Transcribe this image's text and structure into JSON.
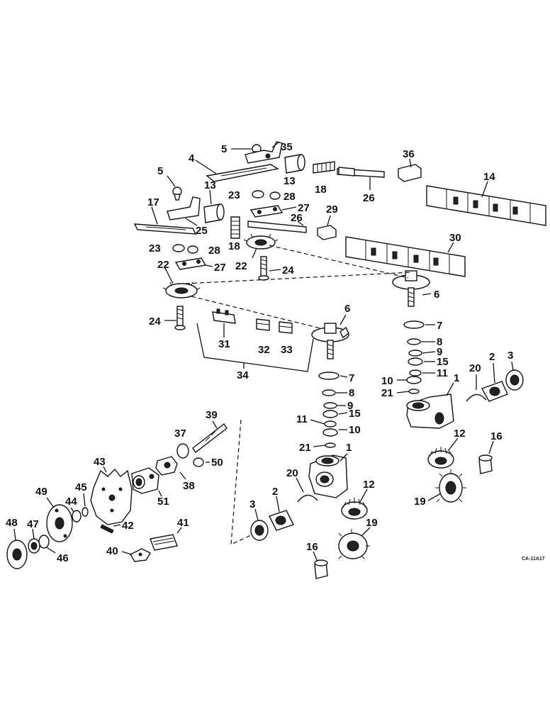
{
  "figure_code": "CA-11A17",
  "callouts": [
    {
      "id": "lbl-5a",
      "text": "5"
    },
    {
      "id": "lbl-35",
      "text": "35"
    },
    {
      "id": "lbl-4",
      "text": "4"
    },
    {
      "id": "lbl-13a",
      "text": "13"
    },
    {
      "id": "lbl-18a",
      "text": "18"
    },
    {
      "id": "lbl-26a",
      "text": "26"
    },
    {
      "id": "lbl-36",
      "text": "36"
    },
    {
      "id": "lbl-14",
      "text": "14"
    },
    {
      "id": "lbl-5b",
      "text": "5"
    },
    {
      "id": "lbl-13b",
      "text": "13"
    },
    {
      "id": "lbl-23a",
      "text": "23"
    },
    {
      "id": "lbl-28a",
      "text": "28"
    },
    {
      "id": "lbl-17",
      "text": "17"
    },
    {
      "id": "lbl-27a",
      "text": "27"
    },
    {
      "id": "lbl-26b",
      "text": "26"
    },
    {
      "id": "lbl-29",
      "text": "29"
    },
    {
      "id": "lbl-25",
      "text": "25"
    },
    {
      "id": "lbl-18b",
      "text": "18"
    },
    {
      "id": "lbl-22a",
      "text": "22"
    },
    {
      "id": "lbl-30",
      "text": "30"
    },
    {
      "id": "lbl-23b",
      "text": "23"
    },
    {
      "id": "lbl-28b",
      "text": "28"
    },
    {
      "id": "lbl-22b",
      "text": "22"
    },
    {
      "id": "lbl-27b",
      "text": "27"
    },
    {
      "id": "lbl-24a",
      "text": "24"
    },
    {
      "id": "lbl-6a",
      "text": "6"
    },
    {
      "id": "lbl-24b",
      "text": "24"
    },
    {
      "id": "lbl-6b",
      "text": "6"
    },
    {
      "id": "lbl-7a",
      "text": "7"
    },
    {
      "id": "lbl-8a",
      "text": "8"
    },
    {
      "id": "lbl-9a",
      "text": "9"
    },
    {
      "id": "lbl-15a",
      "text": "15"
    },
    {
      "id": "lbl-31",
      "text": "31"
    },
    {
      "id": "lbl-32",
      "text": "32"
    },
    {
      "id": "lbl-33",
      "text": "33"
    },
    {
      "id": "lbl-34",
      "text": "34"
    },
    {
      "id": "lbl-10a",
      "text": "10"
    },
    {
      "id": "lbl-11a",
      "text": "11"
    },
    {
      "id": "lbl-21a",
      "text": "21"
    },
    {
      "id": "lbl-20a",
      "text": "20"
    },
    {
      "id": "lbl-2a",
      "text": "2"
    },
    {
      "id": "lbl-3a",
      "text": "3"
    },
    {
      "id": "lbl-1a",
      "text": "1"
    },
    {
      "id": "lbl-7b",
      "text": "7"
    },
    {
      "id": "lbl-8b",
      "text": "8"
    },
    {
      "id": "lbl-9b",
      "text": "9"
    },
    {
      "id": "lbl-15b",
      "text": "15"
    },
    {
      "id": "lbl-11b",
      "text": "11"
    },
    {
      "id": "lbl-10b",
      "text": "10"
    },
    {
      "id": "lbl-39",
      "text": "39"
    },
    {
      "id": "lbl-37",
      "text": "37"
    },
    {
      "id": "lbl-21b",
      "text": "21"
    },
    {
      "id": "lbl-1b",
      "text": "1"
    },
    {
      "id": "lbl-12a",
      "text": "12"
    },
    {
      "id": "lbl-16a",
      "text": "16"
    },
    {
      "id": "lbl-50",
      "text": "50"
    },
    {
      "id": "lbl-43",
      "text": "43"
    },
    {
      "id": "lbl-38",
      "text": "38"
    },
    {
      "id": "lbl-20b",
      "text": "20"
    },
    {
      "id": "lbl-12b",
      "text": "12"
    },
    {
      "id": "lbl-19a",
      "text": "19"
    },
    {
      "id": "lbl-49",
      "text": "49"
    },
    {
      "id": "lbl-45",
      "text": "45"
    },
    {
      "id": "lbl-51",
      "text": "51"
    },
    {
      "id": "lbl-44",
      "text": "44"
    },
    {
      "id": "lbl-2b",
      "text": "2"
    },
    {
      "id": "lbl-3b",
      "text": "3"
    },
    {
      "id": "lbl-48",
      "text": "48"
    },
    {
      "id": "lbl-47",
      "text": "47"
    },
    {
      "id": "lbl-42",
      "text": "42"
    },
    {
      "id": "lbl-41",
      "text": "41"
    },
    {
      "id": "lbl-46",
      "text": "46"
    },
    {
      "id": "lbl-19b",
      "text": "19"
    },
    {
      "id": "lbl-40",
      "text": "40"
    },
    {
      "id": "lbl-16b",
      "text": "16"
    }
  ]
}
